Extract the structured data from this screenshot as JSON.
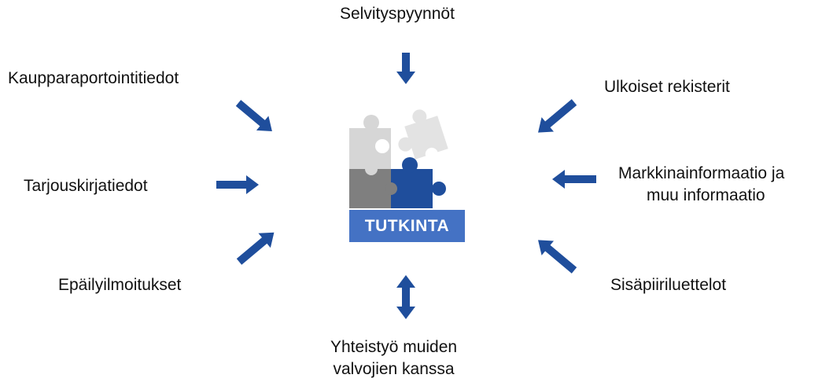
{
  "diagram": {
    "center_label": "TUTKINTA",
    "inputs": {
      "top": "Selvityspyynnöt",
      "top_left": "Kaupparaportointitiedot",
      "left": "Tarjouskirjatiedot",
      "bottom_left": "Epäilyilmoitukset",
      "bottom_line1": "Yhteistyö muiden",
      "bottom_line2": "valvojien kanssa",
      "top_right": "Ulkoiset rekisterit",
      "right_line1": "Markkinainformaatio ja",
      "right_line2": "muu informaatio",
      "bottom_right": "Sisäpiiriluettelot"
    },
    "colors": {
      "arrow": "#1f4e9c",
      "banner": "#4472c4",
      "puzzle_light": "#d9d9d9",
      "puzzle_lighter": "#e6e6e6",
      "puzzle_dark": "#7f7f7f",
      "puzzle_blue": "#1f4e9c"
    }
  }
}
